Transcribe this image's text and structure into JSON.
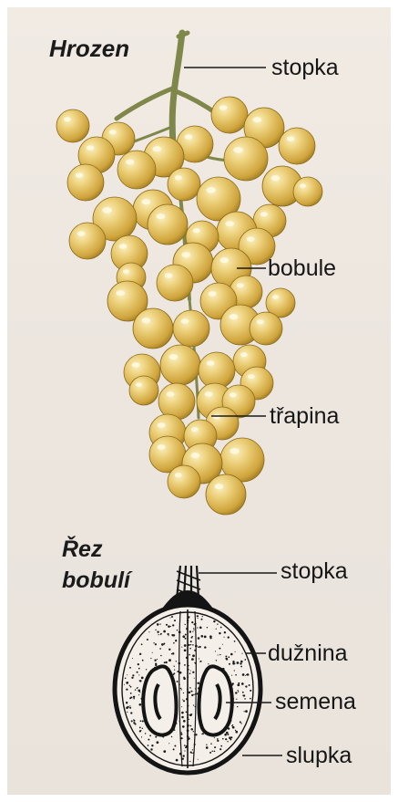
{
  "grape": {
    "title": "Hrozen",
    "labels": {
      "stem": "stopka",
      "berry": "bobule",
      "rachis": "třapina"
    }
  },
  "section": {
    "title_line1": "Řez",
    "title_line2": "bobulí",
    "labels": {
      "stem": "stopka",
      "flesh": "dužnina",
      "seeds": "semena",
      "skin": "slupka"
    }
  },
  "colors": {
    "page": "#eee8e1",
    "berry_light": "#f3dd8e",
    "berry_mid": "#d9b24a",
    "berry_dark": "#9c7a22",
    "stem": "#8a8f52",
    "ink": "#161616"
  }
}
